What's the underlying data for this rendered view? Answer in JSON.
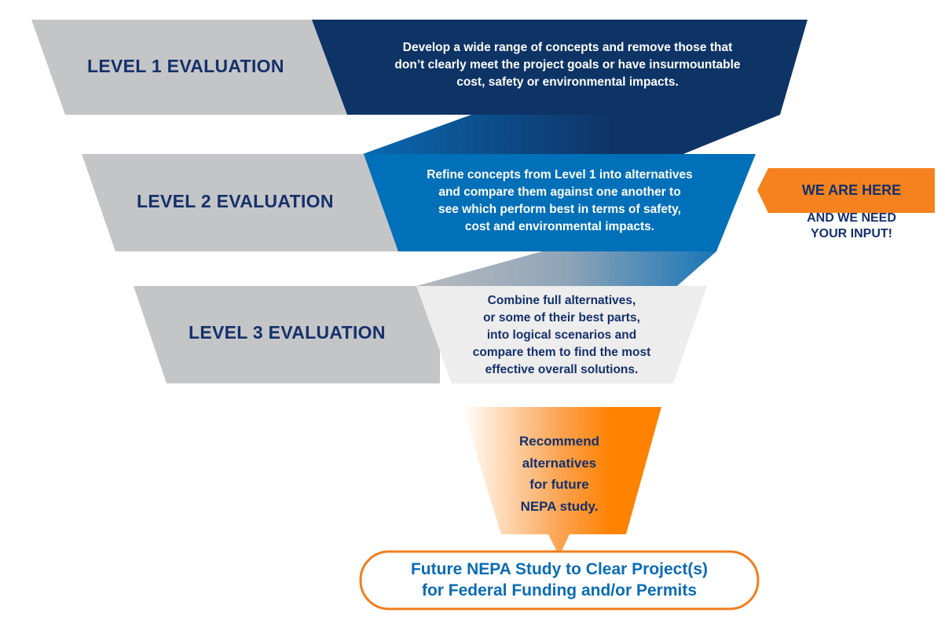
{
  "levels": [
    {
      "title": "LEVEL 1 EVALUATION",
      "lines": [
        "Develop a wide range of concepts and remove those that",
        "don’t clearly meet the project goals or have insurmountable",
        "cost, safety or environmental impacts."
      ]
    },
    {
      "title": "LEVEL 2 EVALUATION",
      "lines": [
        "Refine concepts from Level 1 into alternatives",
        "and compare them against one another to",
        "see which perform best in terms of safety,",
        "cost and environmental impacts."
      ]
    },
    {
      "title": "LEVEL 3 EVALUATION",
      "lines": [
        "Combine full alternatives,",
        "or some of their best parts,",
        "into logical scenarios and",
        "compare them to find the most",
        "effective overall solutions."
      ]
    }
  ],
  "recommend": {
    "lines": [
      "Recommend",
      "alternatives",
      "for future",
      "NEPA study."
    ]
  },
  "final": {
    "lines": [
      "Future NEPA Study to Clear Project(s)",
      "for Federal Funding and/or Permits"
    ]
  },
  "callout": {
    "badge": "WE ARE HERE",
    "lines": [
      "AND WE NEED",
      "YOUR INPUT!"
    ]
  },
  "colors": {
    "navy": "#0e3466",
    "blue": "#0070b8",
    "gray": "#c4c5c7",
    "light": "#ededed",
    "orange": "#f5821f"
  }
}
